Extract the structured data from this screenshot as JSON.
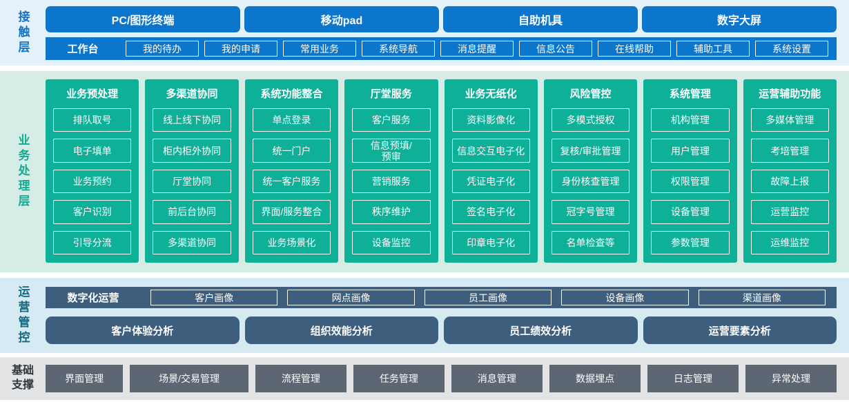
{
  "colors": {
    "blue": "#0b76cb",
    "contact-bg": "#e4f0fa",
    "contact-label": "#1373c4",
    "teal": "#0fb098",
    "teal-label": "#12ab91",
    "business-bg": "#d6ece6",
    "slate": "#3e5e7e",
    "ops-bg": "#d6eaf4",
    "ops-label": "#17697f",
    "gray": "#5d6774",
    "foundation-bg": "#e2e4e6",
    "foundation-label": "#30353c"
  },
  "contact": {
    "label": "接触层",
    "terminals": [
      "PC/图形终端",
      "移动pad",
      "自助机具",
      "数字大屏"
    ],
    "workbench": {
      "label": "工作台",
      "items": [
        "我的待办",
        "我的申请",
        "常用业务",
        "系统导航",
        "消息提醒",
        "信息公告",
        "在线帮助",
        "辅助工具",
        "系统设置"
      ]
    }
  },
  "business": {
    "label": "业务处理层",
    "columns": [
      {
        "title": "业务预处理",
        "items": [
          "排队取号",
          "电子填单",
          "业务预约",
          "客户识别",
          "引导分流"
        ]
      },
      {
        "title": "多渠道协同",
        "items": [
          "线上线下协同",
          "柜内柜外协同",
          "厅堂协同",
          "前后台协同",
          "多渠道协同"
        ]
      },
      {
        "title": "系统功能整合",
        "items": [
          "单点登录",
          "统一门户",
          "统一客户服务",
          "界面/服务整合",
          "业务场景化"
        ]
      },
      {
        "title": "厅堂服务",
        "items": [
          "客户服务",
          "信息预填/\n预审",
          "营销服务",
          "秩序维护",
          "设备监控"
        ]
      },
      {
        "title": "业务无纸化",
        "items": [
          "资料影像化",
          "信息交互电子化",
          "凭证电子化",
          "签名电子化",
          "印章电子化"
        ]
      },
      {
        "title": "风险管控",
        "items": [
          "多模式授权",
          "复核/审批管理",
          "身份核查管理",
          "冠字号管理",
          "名单检查等"
        ]
      },
      {
        "title": "系统管理",
        "items": [
          "机构管理",
          "用户管理",
          "权限管理",
          "设备管理",
          "参数管理"
        ]
      },
      {
        "title": "运营辅助功能",
        "items": [
          "多媒体管理",
          "考培管理",
          "故障上报",
          "运营监控",
          "运维监控"
        ]
      }
    ]
  },
  "operations": {
    "label": "运营管控",
    "digital": {
      "label": "数字化运营",
      "items": [
        "客户画像",
        "网点画像",
        "员工画像",
        "设备画像",
        "渠道画像"
      ]
    },
    "analysis": [
      "客户体验分析",
      "组织效能分析",
      "员工绩效分析",
      "运营要素分析"
    ]
  },
  "foundation": {
    "label": "基础\n支撑",
    "items": [
      "界面管理",
      "场景/交易管理",
      "流程管理",
      "任务管理",
      "消息管理",
      "数据埋点",
      "日志管理",
      "异常处理"
    ]
  }
}
